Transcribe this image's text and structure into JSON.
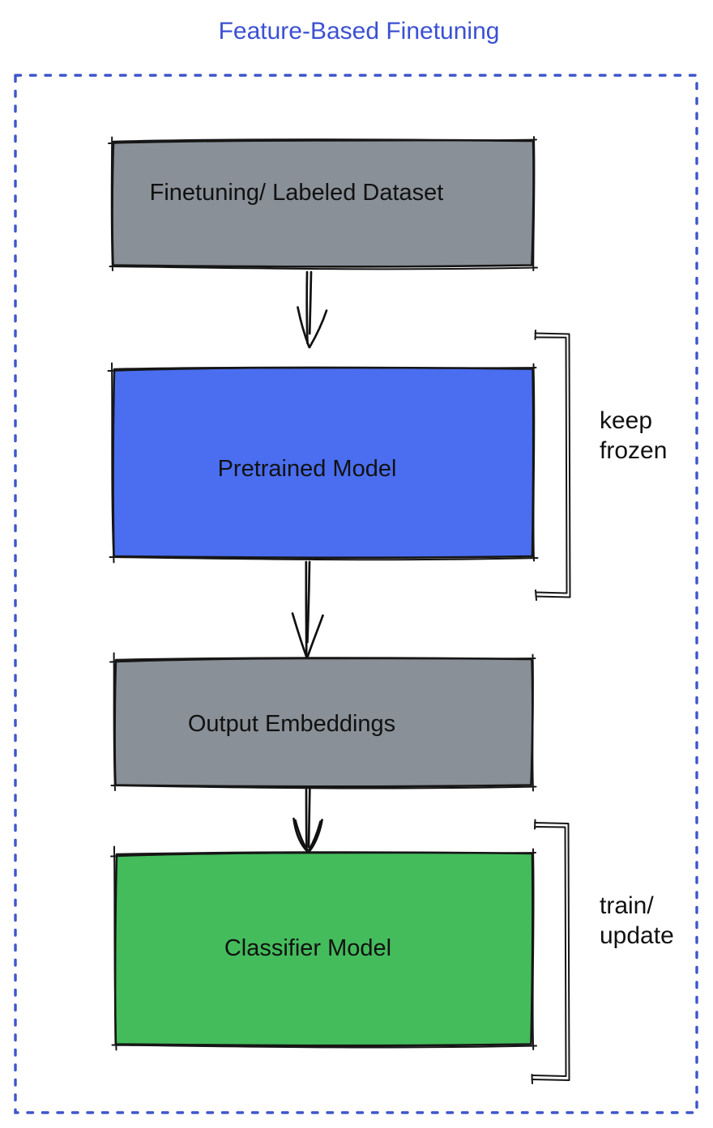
{
  "title": "Feature-Based Finetuning",
  "colors": {
    "title_text": "#3b50d2",
    "frame_dots": "#3e55cb",
    "box_gray": "#8a9097",
    "box_blue": "#4b6ef0",
    "box_green": "#44bc5c",
    "outline": "#161616",
    "label_text": "#111111"
  },
  "diagram": {
    "type": "flowchart",
    "direction": "top-down",
    "nodes": [
      {
        "id": "finetuning-dataset",
        "label": "Finetuning/ Labeled Dataset",
        "fill": "#8a9097"
      },
      {
        "id": "pretrained-model",
        "label": "Pretrained Model",
        "fill": "#4b6ef0"
      },
      {
        "id": "output-embeddings",
        "label": "Output Embeddings",
        "fill": "#8a9097"
      },
      {
        "id": "classifier-model",
        "label": "Classifier Model",
        "fill": "#44bc5c"
      }
    ],
    "edges": [
      {
        "from": "finetuning-dataset",
        "to": "pretrained-model",
        "style": "double-line-arrow"
      },
      {
        "from": "pretrained-model",
        "to": "output-embeddings",
        "style": "double-line-arrow"
      },
      {
        "from": "output-embeddings",
        "to": "classifier-model",
        "style": "double-line-arrow"
      }
    ],
    "annotations": [
      {
        "attached_to": "pretrained-model",
        "bracket_side": "right",
        "lines": [
          "keep",
          "frozen"
        ]
      },
      {
        "attached_to": "classifier-model",
        "bracket_side": "right",
        "lines": [
          "train/",
          "update"
        ]
      }
    ]
  }
}
